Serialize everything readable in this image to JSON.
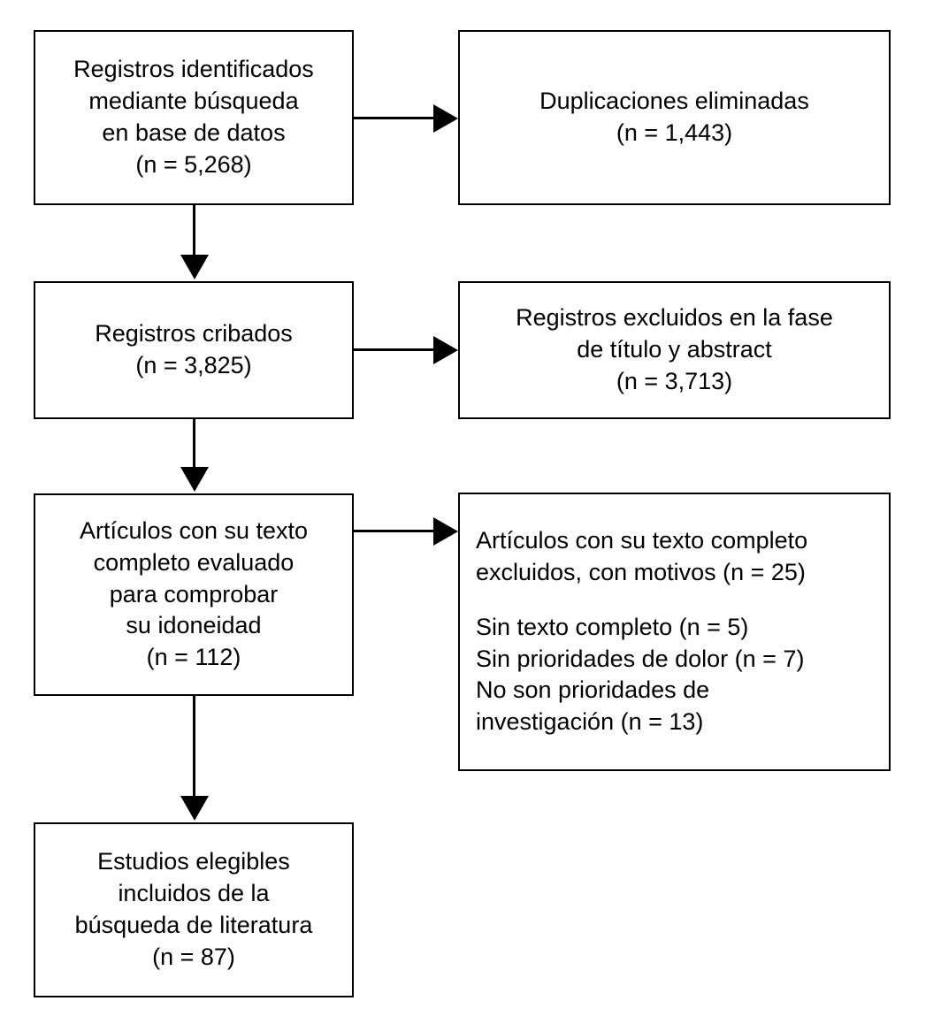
{
  "diagram": {
    "type": "prisma-flow-diagram",
    "language": "es",
    "stroke_color": "#000000",
    "background_color": "#ffffff",
    "boxes": [
      {
        "id": "identification",
        "align": "center",
        "lines": [
          "Registros identificados",
          "mediante búsqueda",
          "en base de datos",
          "(n = 5,268)"
        ]
      },
      {
        "id": "duplicates-removed",
        "align": "center",
        "lines": [
          "Duplicaciones eliminadas",
          "(n = 1,443)"
        ]
      },
      {
        "id": "records-screened",
        "align": "center",
        "lines": [
          "Registros cribados",
          "(n = 3,825)"
        ]
      },
      {
        "id": "records-excluded-title-abstract",
        "align": "center",
        "lines": [
          "Registros excluidos en la fase",
          "de título y abstract",
          "(n = 3,713)"
        ]
      },
      {
        "id": "fulltext-assessed",
        "align": "center",
        "lines": [
          "Artículos con su texto",
          "completo evaluado",
          "para comprobar",
          "su idoneidad",
          "(n = 112)"
        ]
      },
      {
        "id": "fulltext-excluded-reasons",
        "align": "left",
        "lines": [
          "Artículos con su texto completo",
          "excluidos, con motivos (n = 25)",
          "",
          "Sin texto completo (n = 5)",
          "Sin prioridades de dolor (n = 7)",
          "No son prioridades de",
          "investigación (n = 13)"
        ]
      },
      {
        "id": "studies-included",
        "align": "center",
        "lines": [
          "Estudios elegibles",
          "incluidos de la",
          "búsqueda de literatura",
          "(n = 87)"
        ]
      }
    ],
    "connectors": [
      {
        "id": "identification-to-duplicates",
        "direction": "right"
      },
      {
        "id": "identification-to-screened",
        "direction": "down"
      },
      {
        "id": "screened-to-excluded-title-abstract",
        "direction": "right"
      },
      {
        "id": "screened-to-fulltext",
        "direction": "down"
      },
      {
        "id": "fulltext-to-excluded-reasons",
        "direction": "right"
      },
      {
        "id": "fulltext-to-included",
        "direction": "down"
      }
    ]
  }
}
